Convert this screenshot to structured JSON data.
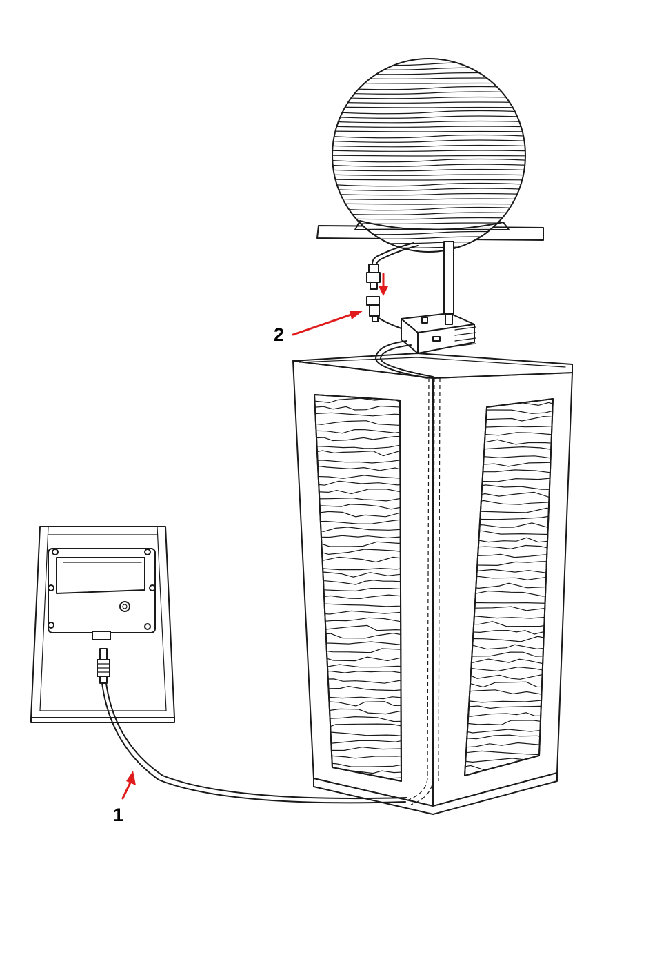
{
  "callouts": [
    {
      "id": "1",
      "label": "1"
    },
    {
      "id": "2",
      "label": "2"
    }
  ],
  "colors": {
    "line": "#1a1a1a",
    "arrow": "#e01b1b",
    "background": "#ffffff"
  }
}
